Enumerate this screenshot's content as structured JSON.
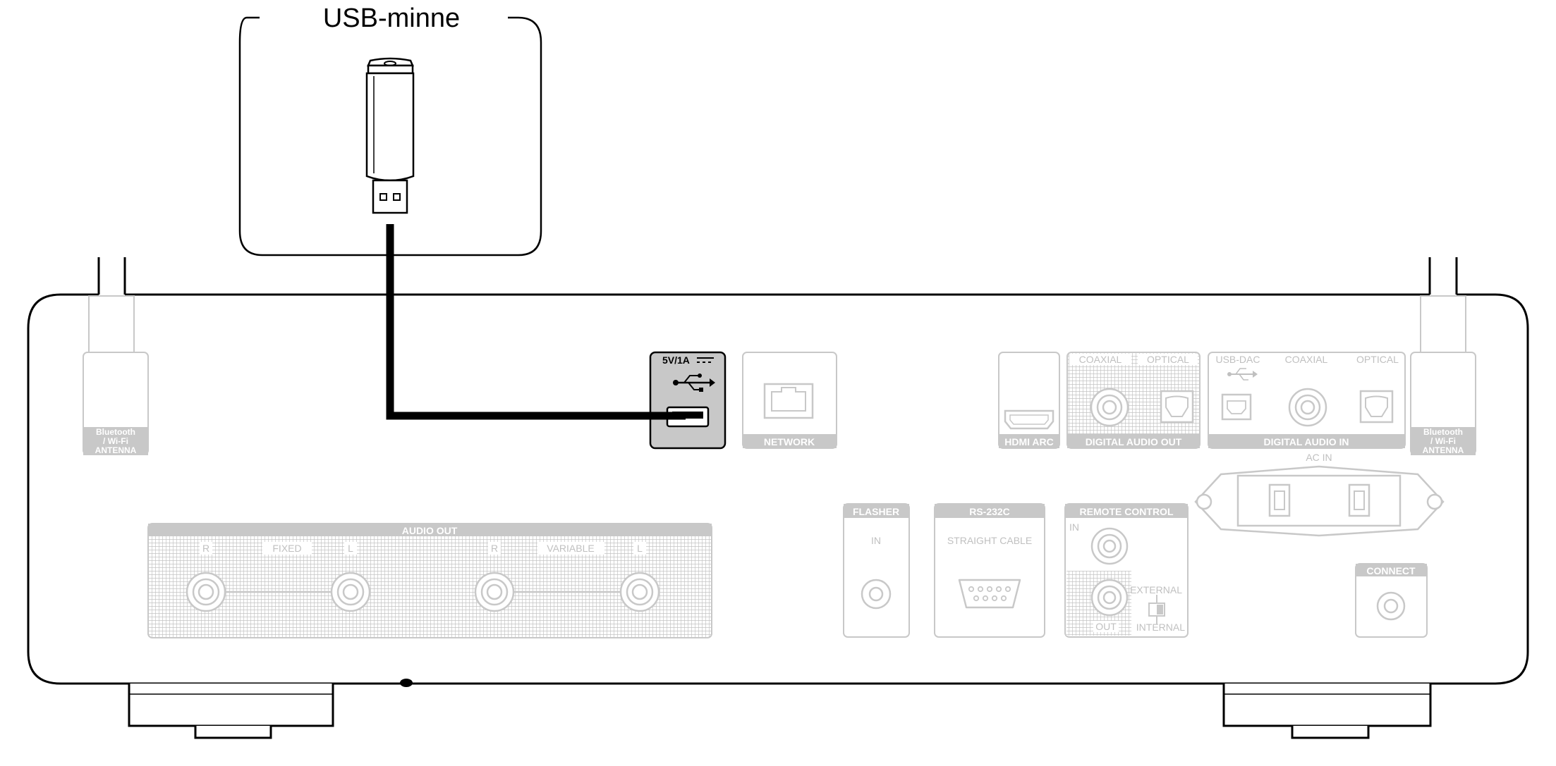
{
  "callout": {
    "label": "USB-minne"
  },
  "antenna": {
    "left_label": [
      "Bluetooth",
      "/ Wi-Fi",
      "ANTENNA"
    ],
    "right_label": [
      "Bluetooth",
      "/ Wi-Fi",
      "ANTENNA"
    ]
  },
  "usb_port": {
    "rating": "5V/1A"
  },
  "network": {
    "label": "NETWORK"
  },
  "hdmi": {
    "label": "HDMI ARC"
  },
  "digital_out": {
    "coaxial": "COAXIAL",
    "optical": "OPTICAL",
    "label": "DIGITAL AUDIO OUT"
  },
  "digital_in": {
    "usb_dac": "USB-DAC",
    "coaxial": "COAXIAL",
    "optical": "OPTICAL",
    "label": "DIGITAL AUDIO IN"
  },
  "ac_in": {
    "label": "AC IN"
  },
  "audio_out": {
    "label": "AUDIO OUT",
    "fixed": "FIXED",
    "variable": "VARIABLE",
    "r": "R",
    "l": "L"
  },
  "flasher": {
    "title": "FLASHER",
    "in": "IN"
  },
  "rs232c": {
    "title": "RS-232C",
    "sub": "STRAIGHT CABLE"
  },
  "remote": {
    "title": "REMOTE CONTROL",
    "in": "IN",
    "out": "OUT",
    "external": "EXTERNAL",
    "internal": "INTERNAL"
  },
  "connect": {
    "label": "CONNECT"
  },
  "colors": {
    "line": "#000000",
    "panel": "#bfbfbf",
    "highlight": "#c8c8c8"
  }
}
